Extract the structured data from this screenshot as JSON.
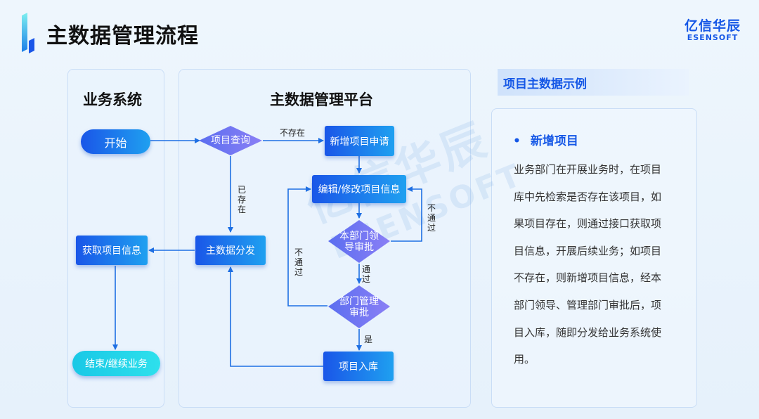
{
  "header": {
    "title": "主数据管理流程",
    "logo_cn": "亿信华辰",
    "logo_en": "ESENSOFT"
  },
  "watermark": {
    "cn": "亿信华辰",
    "en": "ESENSOFT"
  },
  "panels": {
    "business": {
      "heading": "业务系统"
    },
    "mdm": {
      "heading": "主数据管理平台"
    }
  },
  "nodes": {
    "start": "开始",
    "query": "项目查询",
    "new_request": "新增项目申请",
    "edit": "编辑/修改项目信息",
    "dept_leader": "本部门领\n导审批",
    "dept_mgmt": "部门管理\n审批",
    "distribute": "主数据分发",
    "get_info": "获取项目信息",
    "end": "结束/继续业务",
    "warehouse": "项目入库"
  },
  "edge_labels": {
    "not_exist": "不存在",
    "exists": "已\n存\n在",
    "reject_right": "不\n通\n过",
    "reject_left": "不\n通\n过",
    "approved": "通\n过",
    "yes": "是"
  },
  "example": {
    "header": "项目主数据示例",
    "bullet": "新增项目",
    "body": "业务部门在开展业务时，在项目库中先检索是否存在该项目，如果项目存在，则通过接口获取项目信息，开展后续业务；如项目不存在，则新增项目信息，经本部门领导、管理部门审批后，项目入库，随即分发给业务系统使用。"
  },
  "colors": {
    "accent": "#1557e6",
    "node_gradient_start": "#1a56e8",
    "node_gradient_end": "#1fa0f0",
    "end_node": "#2ee0ec",
    "connector": "#1e6fe3",
    "panel_border": "#c9ddf6"
  }
}
